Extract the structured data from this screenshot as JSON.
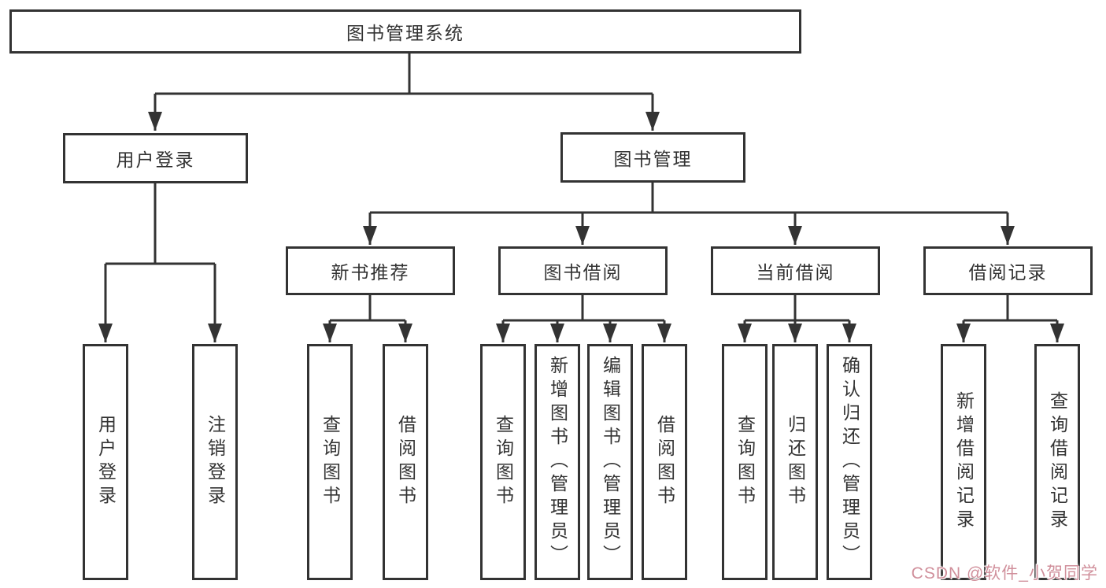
{
  "palette": {
    "line": "#333333",
    "text": "#333333",
    "background": "#ffffff",
    "watermark": "#d08f9b"
  },
  "tree": {
    "label": "图书管理系统",
    "children": [
      {
        "label": "用户登录",
        "children": [
          {
            "label": "用户登录"
          },
          {
            "label": "注销登录"
          }
        ]
      },
      {
        "label": "图书管理",
        "children": [
          {
            "label": "新书推荐",
            "children": [
              {
                "label": "查询图书"
              },
              {
                "label": "借阅图书"
              }
            ]
          },
          {
            "label": "图书借阅",
            "children": [
              {
                "label": "查询图书"
              },
              {
                "label": "新增图书（管理员）"
              },
              {
                "label": "编辑图书（管理员）"
              },
              {
                "label": "借阅图书"
              }
            ]
          },
          {
            "label": "当前借阅",
            "children": [
              {
                "label": "查询图书"
              },
              {
                "label": "归还图书"
              },
              {
                "label": "确认归还（管理员）"
              }
            ]
          },
          {
            "label": "借阅记录",
            "children": [
              {
                "label": "新增借阅记录"
              },
              {
                "label": "查询借阅记录"
              }
            ]
          }
        ]
      }
    ]
  },
  "watermark": {
    "text": "CSDN @软件_小贺同学"
  }
}
